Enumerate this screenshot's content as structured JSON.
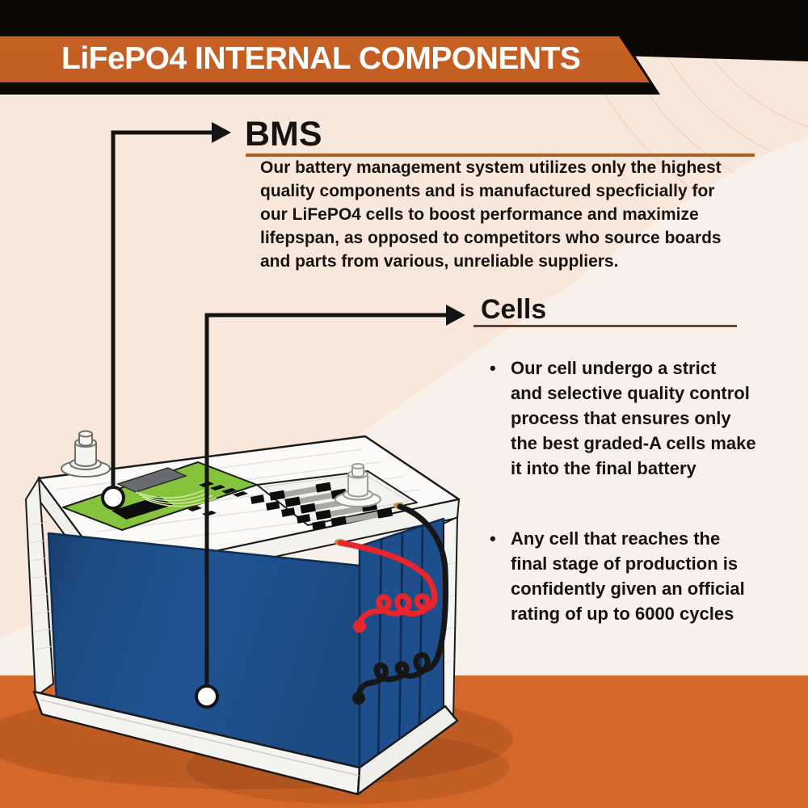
{
  "header": {
    "title": "LiFePO4 INTERNAL COMPONENTS"
  },
  "bms": {
    "heading": "BMS",
    "body_lines": [
      "Our battery management system utilizes only the highest",
      "quality components and is manufactured specficially for",
      "our LiFePO4 cells to boost performance and maximize",
      "lifepspan, as opposed to competitors who source boards",
      "and parts from various, unreliable suppliers."
    ]
  },
  "cells": {
    "heading": "Cells",
    "bullet_char": "•",
    "bullets": [
      {
        "lines": [
          "Our cell undergo a strict",
          "and selective quality control",
          "process that ensures only",
          "the best graded-A cells make",
          "it into the final battery"
        ]
      },
      {
        "lines": [
          "Any cell that reaches the",
          "final stage of production is",
          "confidently given an official",
          "rating of up to 6000 cycles"
        ]
      }
    ]
  },
  "colors": {
    "banner-orange": "#c45e22",
    "header-black": "#0b0806",
    "bottom-orange": "#d4682a",
    "bg-cream": "#f8e7db",
    "swoosh-cream": "#f8f1ea",
    "battery-blue": "#1e4f8c",
    "board-green": "#85c33d",
    "wire-red": "#e8252c",
    "wire-black": "#161616",
    "underline-bms": "#b15f24",
    "underline-cells": "#64463a",
    "ink": "#171310",
    "title-white": "#ffffff"
  }
}
